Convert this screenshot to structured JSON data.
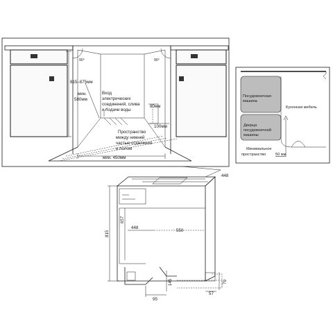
{
  "kitchen_view": {
    "angle_left": "90°",
    "angle_right": "90°",
    "height_range": "815–875мм",
    "min_depth_prefix": "мин.",
    "min_depth_value": "580мм",
    "utility_entry": [
      "Вход",
      "электрических",
      "соединений, слива",
      "и подачи воды"
    ],
    "dim_80": "80мм",
    "dim_100": "100мм",
    "floor_gap": [
      "Пространство",
      "между нижней",
      "частью отделения",
      "и полом"
    ],
    "min_width": "мин. 450мм"
  },
  "side_view": {
    "dishwasher": [
      "Посудомоечная",
      "машина"
    ],
    "furniture": "Кухонная мебель",
    "door": [
      "Дверца",
      "посудомоечной",
      "машины"
    ],
    "min_space": [
      "Минимальное",
      "пространство"
    ],
    "min_space_value": "50 мм"
  },
  "product_dims": {
    "top_width": "448",
    "height": "815",
    "d657": "657",
    "width": "448",
    "depth": "550",
    "d145": "145",
    "d95": "95",
    "d79": "79",
    "d57": "57"
  }
}
